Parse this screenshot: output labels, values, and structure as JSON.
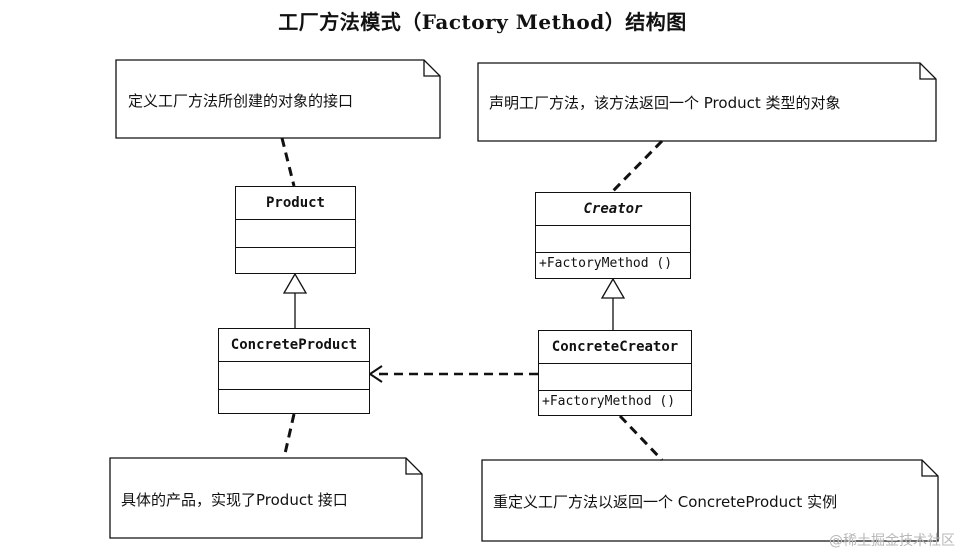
{
  "title": "工厂方法模式（Factory Method）结构图",
  "classes": {
    "product": {
      "name": "Product",
      "operation": ""
    },
    "creator": {
      "name": "Creator",
      "operation": "+FactoryMethod ()"
    },
    "concrete_product": {
      "name": "ConcreteProduct",
      "operation": ""
    },
    "concrete_creator": {
      "name": "ConcreteCreator",
      "operation": "+FactoryMethod ()"
    }
  },
  "notes": {
    "product_note": "定义工厂方法所创建的对象的接口",
    "creator_note": "声明工厂方法，该方法返回一个 Product 类型的对象",
    "concrete_product_note": "具体的产品，实现了Product 接口",
    "concrete_creator_note": "重定义工厂方法以返回一个 ConcreteProduct 实例"
  },
  "watermark": "@稀土掘金技术社区"
}
